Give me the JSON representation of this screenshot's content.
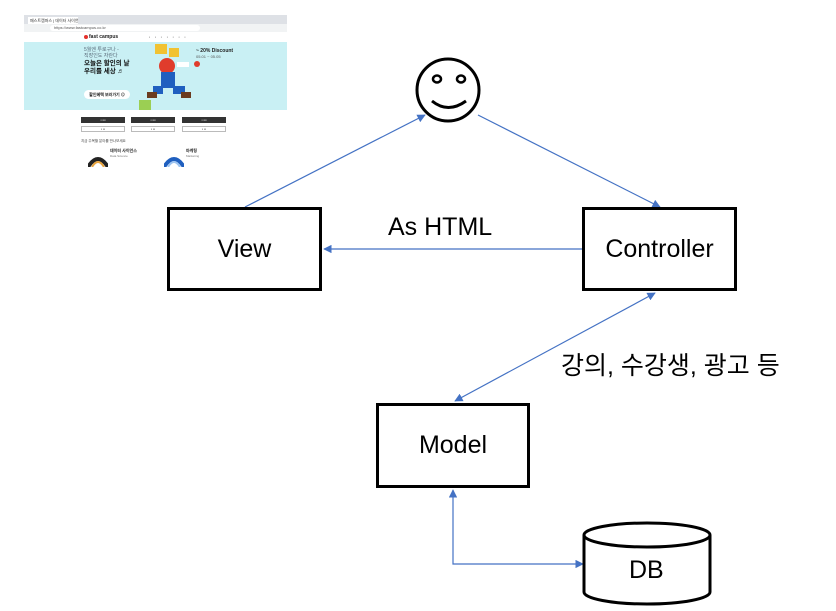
{
  "diagram": {
    "view_label": "View",
    "controller_label": "Controller",
    "model_label": "Model",
    "db_label": "DB",
    "edge_as_html": "As HTML",
    "edge_annotation": "강의, 수강생, 광고 등",
    "line_color": "#4472c4",
    "user_icon": "smiley-face-icon"
  },
  "thumbnail": {
    "tab_title": "패스트캠퍼스 | 데이터 사이언스",
    "url": "https://www.fastcampus.co.kr",
    "brand": "fast campus",
    "hero_sub_1": "5월엔 투로구나 -",
    "hero_sub_2": "직장인도 자란다",
    "hero_head_1": "오늘은 할인의 날",
    "hero_head_2": "우리를 세상 ♬",
    "hero_cta": "할인혜택 보러가기 ⊙",
    "discount": "~ 20% Discount",
    "discount_date": "05.01 ~ 05.05",
    "category_caption": "지금 주목할 분야를 만나보세요",
    "course_1_title": "데이터 사이언스",
    "course_1_sub": "Data Science",
    "course_2_title": "마케팅",
    "course_2_sub": "Marketing"
  }
}
